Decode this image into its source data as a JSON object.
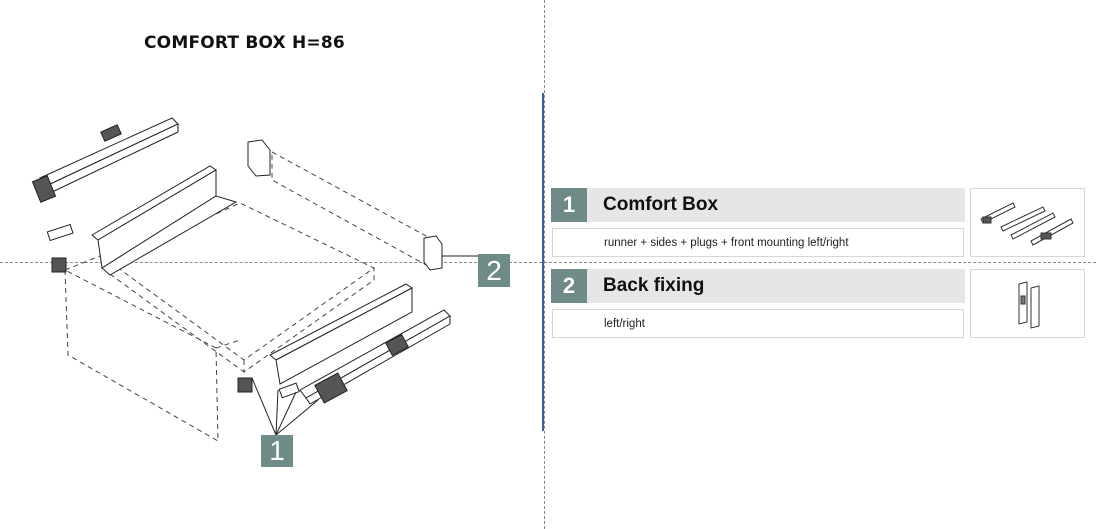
{
  "title": "COMFORT BOX H=86",
  "callouts": [
    "1",
    "2"
  ],
  "parts": [
    {
      "number": "1",
      "name": "Comfort Box",
      "description": "runner + sides + plugs + front mounting left/right",
      "thumbnail_icon": "runner-sides-icon"
    },
    {
      "number": "2",
      "name": "Back fixing",
      "description": "left/right",
      "thumbnail_icon": "back-fixing-icon"
    }
  ],
  "colors": {
    "callout": "#6e8b87",
    "header_bg": "#e6e6e6",
    "divider_blue": "#3a5f9f"
  }
}
